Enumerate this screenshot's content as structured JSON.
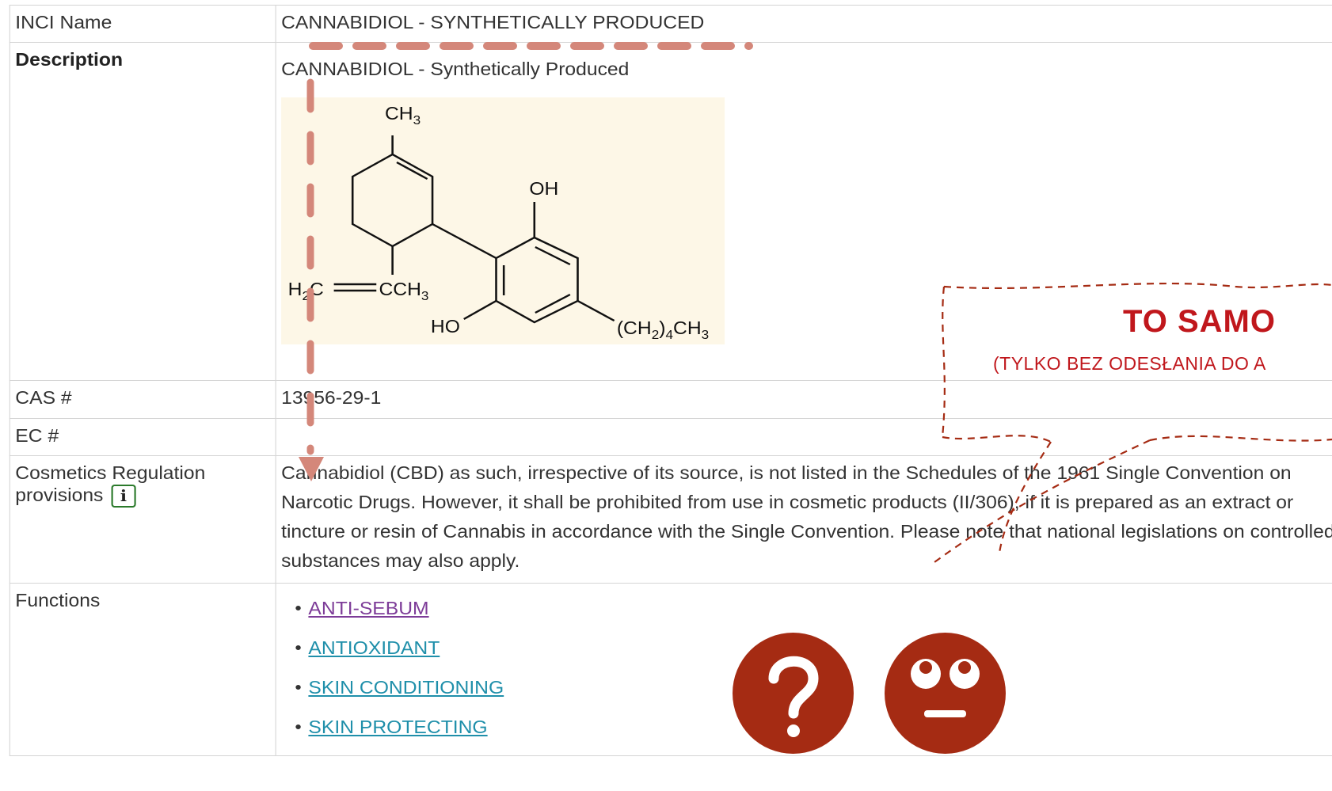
{
  "rows": {
    "inci": {
      "label": "INCI Name",
      "value": "CANNABIDIOL - SYNTHETICALLY PRODUCED"
    },
    "description": {
      "label": "Description",
      "value": "CANNABIDIOL - Synthetically Produced",
      "structure_labels": {
        "ch3": "CH3",
        "oh": "OH",
        "h2c": "H2C",
        "cch3": "CCH3",
        "ho": "HO",
        "chain": "(CH2)4CH3"
      }
    },
    "cas": {
      "label": "CAS #",
      "value": "13956-29-1"
    },
    "ec": {
      "label": "EC #",
      "value": ""
    },
    "regulation": {
      "label_line1": "Cosmetics Regulation",
      "label_line2": "provisions",
      "info_icon": "i",
      "value": "Cannabidiol (CBD) as such, irrespective of its source, is not listed in the Schedules of the 1961 Single Convention on Narcotic Drugs. However, it shall be prohibited from use in cosmetic products (II/306), if it is prepared as an extract or tincture or resin of Cannabis in accordance with the Single Convention. Please note that national legislations on controlled substances may also apply."
    },
    "functions": {
      "label": "Functions",
      "items": [
        {
          "label": "ANTI-SEBUM",
          "color": "#7d3c98"
        },
        {
          "label": "ANTIOXIDANT",
          "color": "#1f8faa"
        },
        {
          "label": "SKIN CONDITIONING",
          "color": "#1f8faa"
        },
        {
          "label": "SKIN PROTECTING",
          "color": "#1f8faa"
        }
      ]
    }
  },
  "annotation": {
    "title": "TO SAMO",
    "subtitle": "(TYLKO BEZ ODESŁANIA DO A",
    "color": "#c0171c",
    "arrow_color": "#d4877a",
    "bubble_color": "#a52b13",
    "icons": [
      "question-mark-icon",
      "eye-roll-face-icon"
    ]
  }
}
